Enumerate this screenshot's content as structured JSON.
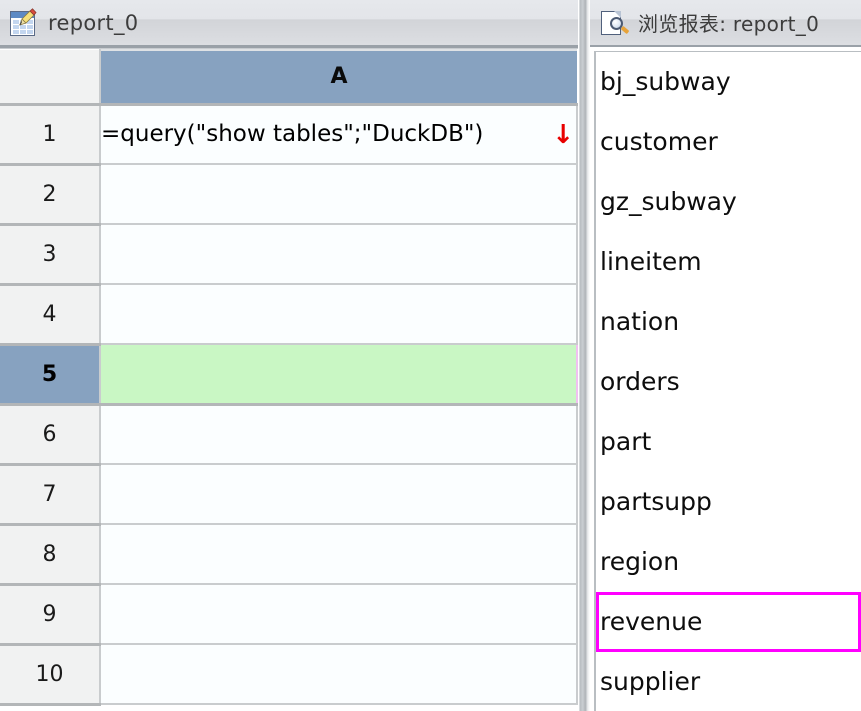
{
  "editor": {
    "title": "report_0",
    "icon": "spreadsheet-edit-icon",
    "column_header": "A",
    "row_numbers": [
      "1",
      "2",
      "3",
      "4",
      "5",
      "6",
      "7",
      "8",
      "9",
      "10"
    ],
    "selected_row": "5",
    "selected_column": "A",
    "cells": [
      {
        "row": "1",
        "value": "=query(\"show tables\";\"DuckDB\")",
        "has_overflow_arrow": true
      },
      {
        "row": "2",
        "value": ""
      },
      {
        "row": "3",
        "value": ""
      },
      {
        "row": "4",
        "value": ""
      },
      {
        "row": "5",
        "value": ""
      },
      {
        "row": "6",
        "value": ""
      },
      {
        "row": "7",
        "value": ""
      },
      {
        "row": "8",
        "value": ""
      },
      {
        "row": "9",
        "value": ""
      },
      {
        "row": "10",
        "value": ""
      }
    ],
    "overflow_arrow_glyph": "↓"
  },
  "preview": {
    "title": "浏览报表: report_0",
    "icon": "document-magnifier-icon",
    "items": [
      {
        "label": "bj_subway",
        "selected": false
      },
      {
        "label": "customer",
        "selected": false
      },
      {
        "label": "gz_subway",
        "selected": false
      },
      {
        "label": "lineitem",
        "selected": false
      },
      {
        "label": "nation",
        "selected": false
      },
      {
        "label": "orders",
        "selected": false
      },
      {
        "label": "part",
        "selected": false
      },
      {
        "label": "partsupp",
        "selected": false
      },
      {
        "label": "region",
        "selected": false
      },
      {
        "label": "revenue",
        "selected": true
      },
      {
        "label": "supplier",
        "selected": false
      }
    ],
    "selected_item": "revenue"
  },
  "colors": {
    "header_selected": "#87a2c0",
    "active_cell_fill": "#c9f7c4",
    "active_cell_border": "#f0c0f0",
    "selection_outline": "#ff00ff",
    "overflow_arrow": "#e80000",
    "titlebar_top": "#e6e8ec",
    "titlebar_bottom": "#dcdee2"
  }
}
